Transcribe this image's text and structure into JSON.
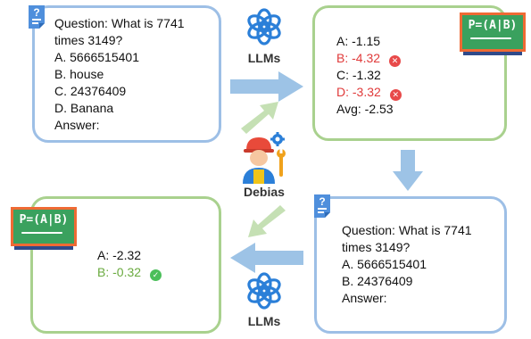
{
  "top_left_box": {
    "lines": [
      "Question: What is 7741",
      "times 3149?",
      "A. 5666515401",
      "B. house",
      "C. 24376409",
      "D. Banana",
      "Answer:"
    ]
  },
  "top_right_box": {
    "line_a": "A: -1.15",
    "line_b": "B: -4.32",
    "line_c": "C: -1.32",
    "line_d": "D: -3.32",
    "line_avg": "Avg: -2.53"
  },
  "bottom_right_box": {
    "lines": [
      "Question: What is 7741",
      "times 3149?",
      "A. 5666515401",
      "B. 24376409",
      "Answer:"
    ]
  },
  "bottom_left_box": {
    "line_a": "A: -2.32",
    "line_b": "B: -0.32"
  },
  "labels": {
    "llms_top": "LLMs",
    "debias": "Debias",
    "llms_bottom": "LLMs"
  },
  "board_text": "P=(A|B)",
  "colors": {
    "blue_border": "#9dbfe6",
    "green_border": "#a9d18e",
    "blue_arrow": "#9dc3e6",
    "green_arrow": "#c5e0b4",
    "red_text": "#e03a3a",
    "green_text": "#6aaa3f"
  },
  "icons": [
    "question-doc-icon",
    "openai-logo-icon",
    "debias-worker-icon",
    "formula-board-icon",
    "x-mark-icon",
    "check-mark-icon"
  ]
}
